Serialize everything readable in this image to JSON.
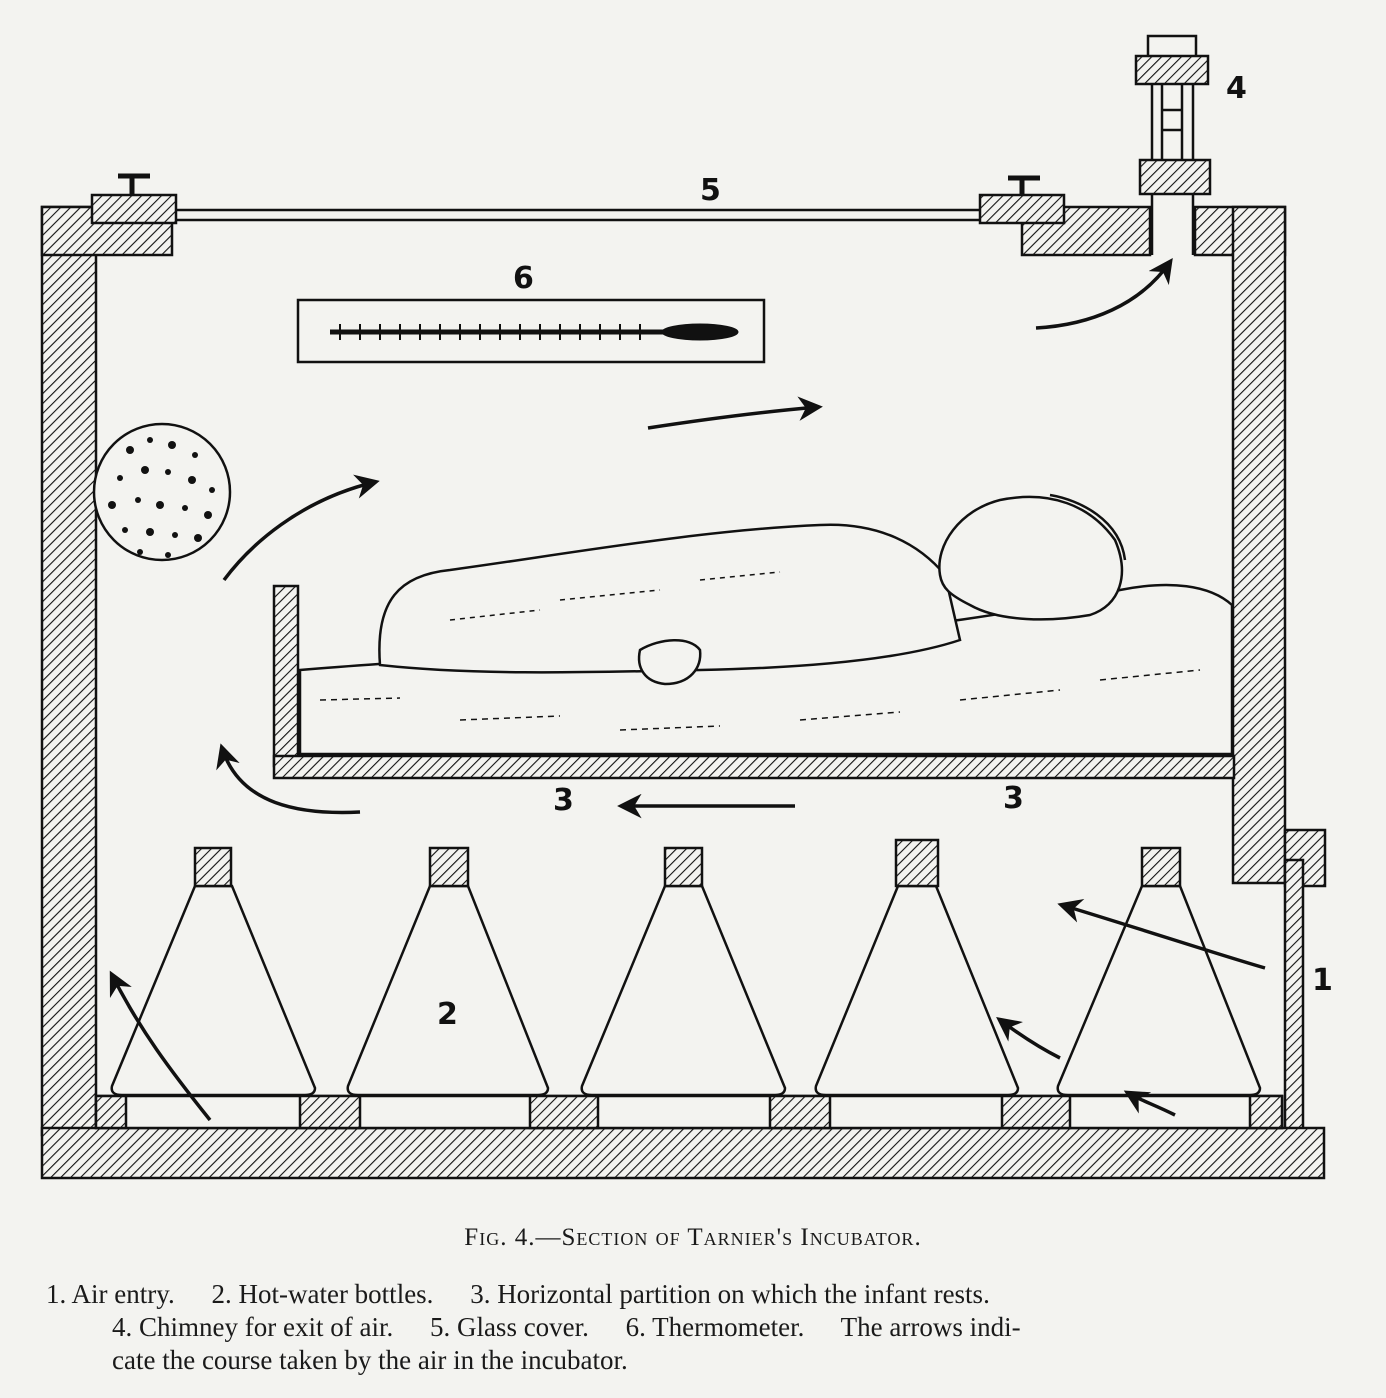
{
  "labels": {
    "air_entry": "1",
    "bottles": "2",
    "partition_left": "3",
    "partition_right": "3",
    "chimney": "4",
    "glass_cover": "5",
    "thermometer": "6"
  },
  "caption": {
    "title": "Fig. 4.—Section of Tarnier's Incubator."
  },
  "legend": {
    "line1": [
      "1. Air entry.",
      "2. Hot-water bottles.",
      "3. Horizontal partition on which the infant rests."
    ],
    "line2": [
      "4. Chimney for exit of air.",
      "5. Glass cover.",
      "6. Thermometer.",
      "The arrows indi-"
    ],
    "line3": "cate the course taken by the air in the incubator."
  },
  "colors": {
    "ink": "#111111",
    "paper": "#f3f3f0"
  }
}
